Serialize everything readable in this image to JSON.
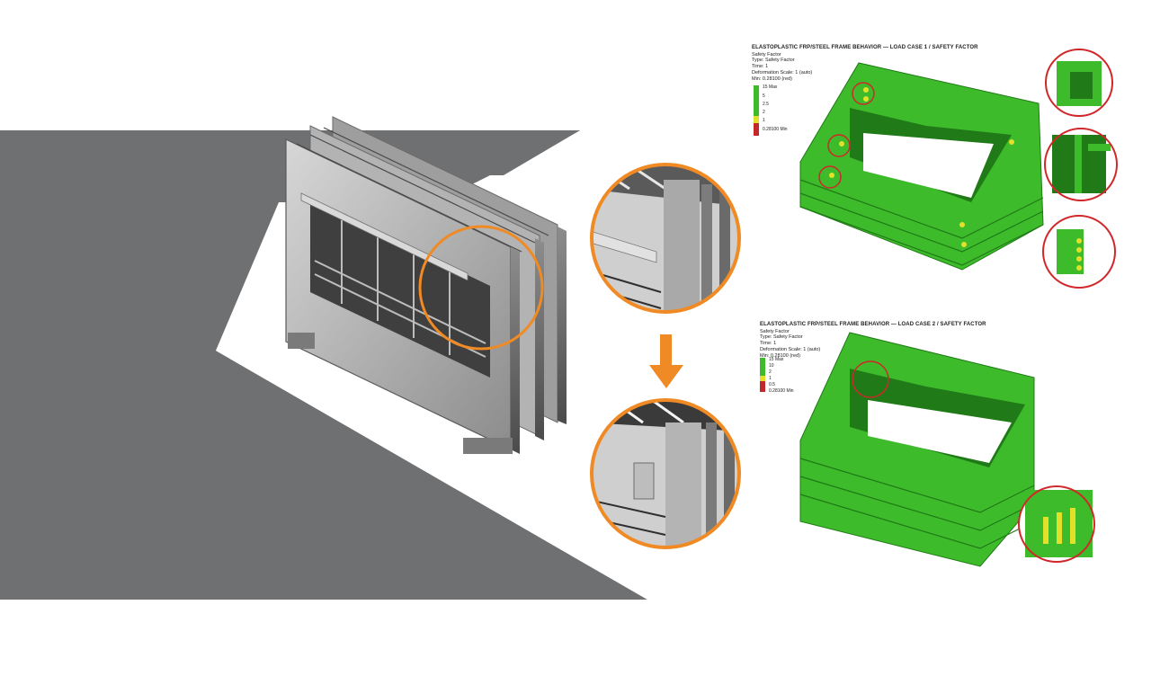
{
  "colors": {
    "background": "#ffffff",
    "floor_grey": "#6f7072",
    "steel_light": "#c9c9c9",
    "steel_mid": "#9b9b9b",
    "steel_dark": "#5d5d5d",
    "highlight_orange": "#f08a24",
    "fea_green": "#3dbb2a",
    "fea_dark_green": "#1f7a17",
    "fea_yellow": "#e3e02a",
    "fea_red": "#c0282a",
    "callout_red": "#d0282a"
  },
  "icons": {
    "arrow": "arrow-down-icon",
    "detail": "magnifier-callout-icon"
  },
  "fea_top": {
    "title": "ELASTOPLASTIC FRP/STEEL FRAME BEHAVIOR — LOAD CASE 1 / SAFETY FACTOR",
    "lines": [
      "Safety Factor",
      "Type: Safety Factor",
      "Time: 1",
      "Deformation Scale: 1 (auto)",
      "Min: 0.28100 (red)"
    ],
    "legend": [
      "15 Max",
      "5",
      "2.5",
      "2",
      "1",
      "0.28100 Min"
    ]
  },
  "fea_bottom": {
    "title": "ELASTOPLASTIC FRP/STEEL FRAME BEHAVIOR — LOAD CASE 2 / SAFETY FACTOR",
    "lines": [
      "Safety Factor",
      "Type: Safety Factor",
      "Time: 1",
      "Deformation Scale: 1 (auto)",
      "Min: 0.28100 (red)"
    ],
    "legend": [
      "15 Max",
      "10",
      "2",
      "1",
      "0.5",
      "0.28100 Min"
    ]
  }
}
